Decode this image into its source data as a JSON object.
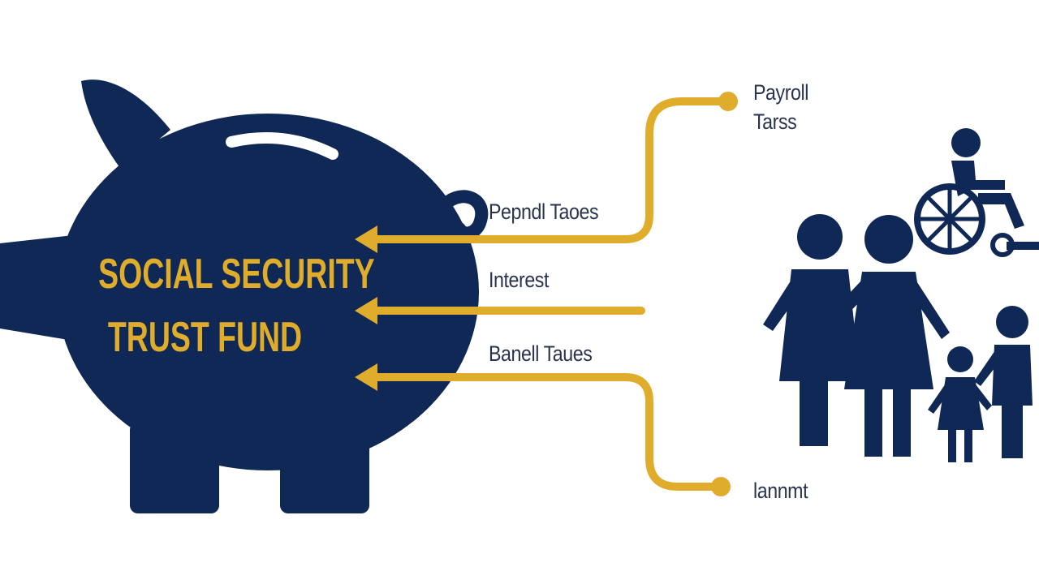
{
  "fund": {
    "title_line1": "SOCIAL SECURITY",
    "title_line2": "TRUST FUND"
  },
  "flows": {
    "top_right_label": "Payroll\nTarss",
    "arrow1_label": "Pepndl Taoes",
    "arrow2_label": "Interest",
    "arrow3_label": "Banell Taues",
    "bottom_right_label": "lannmt"
  },
  "colors": {
    "navy": "#0f2855",
    "gold": "#e0ac2c",
    "label_text": "#2a3450"
  },
  "icons": {
    "fund": "piggy-bank-icon",
    "beneficiaries": "family-icon",
    "disability": "wheelchair-icon"
  }
}
